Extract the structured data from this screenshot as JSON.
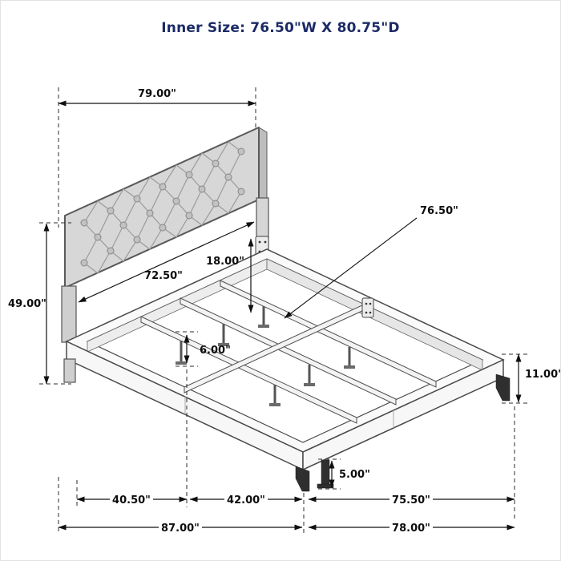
{
  "title": "Inner Size: 76.50\"W X 80.75\"D",
  "colors": {
    "title_text": "#1b2a66",
    "dimension_lines": "#111111",
    "upholstery": "#d7d7d7",
    "frame": "#4a4a4a",
    "metal_legs": "#2f2f2f"
  },
  "dims": {
    "headboard_width": "79.00\"",
    "headboard_height": "49.00\"",
    "headboard_inner_width": "72.50\"",
    "headboard_to_rail": "18.00\"",
    "inner_width": "76.50\"",
    "slat_leg_height": "6.00\"",
    "side_rail_height": "11.00\"",
    "center_leg_height": "5.00\"",
    "bottom_left_span": "40.50\"",
    "bottom_mid_span": "42.00\"",
    "bottom_right_span": "75.50\"",
    "overall_width": "87.00\"",
    "overall_depth": "78.00\""
  }
}
